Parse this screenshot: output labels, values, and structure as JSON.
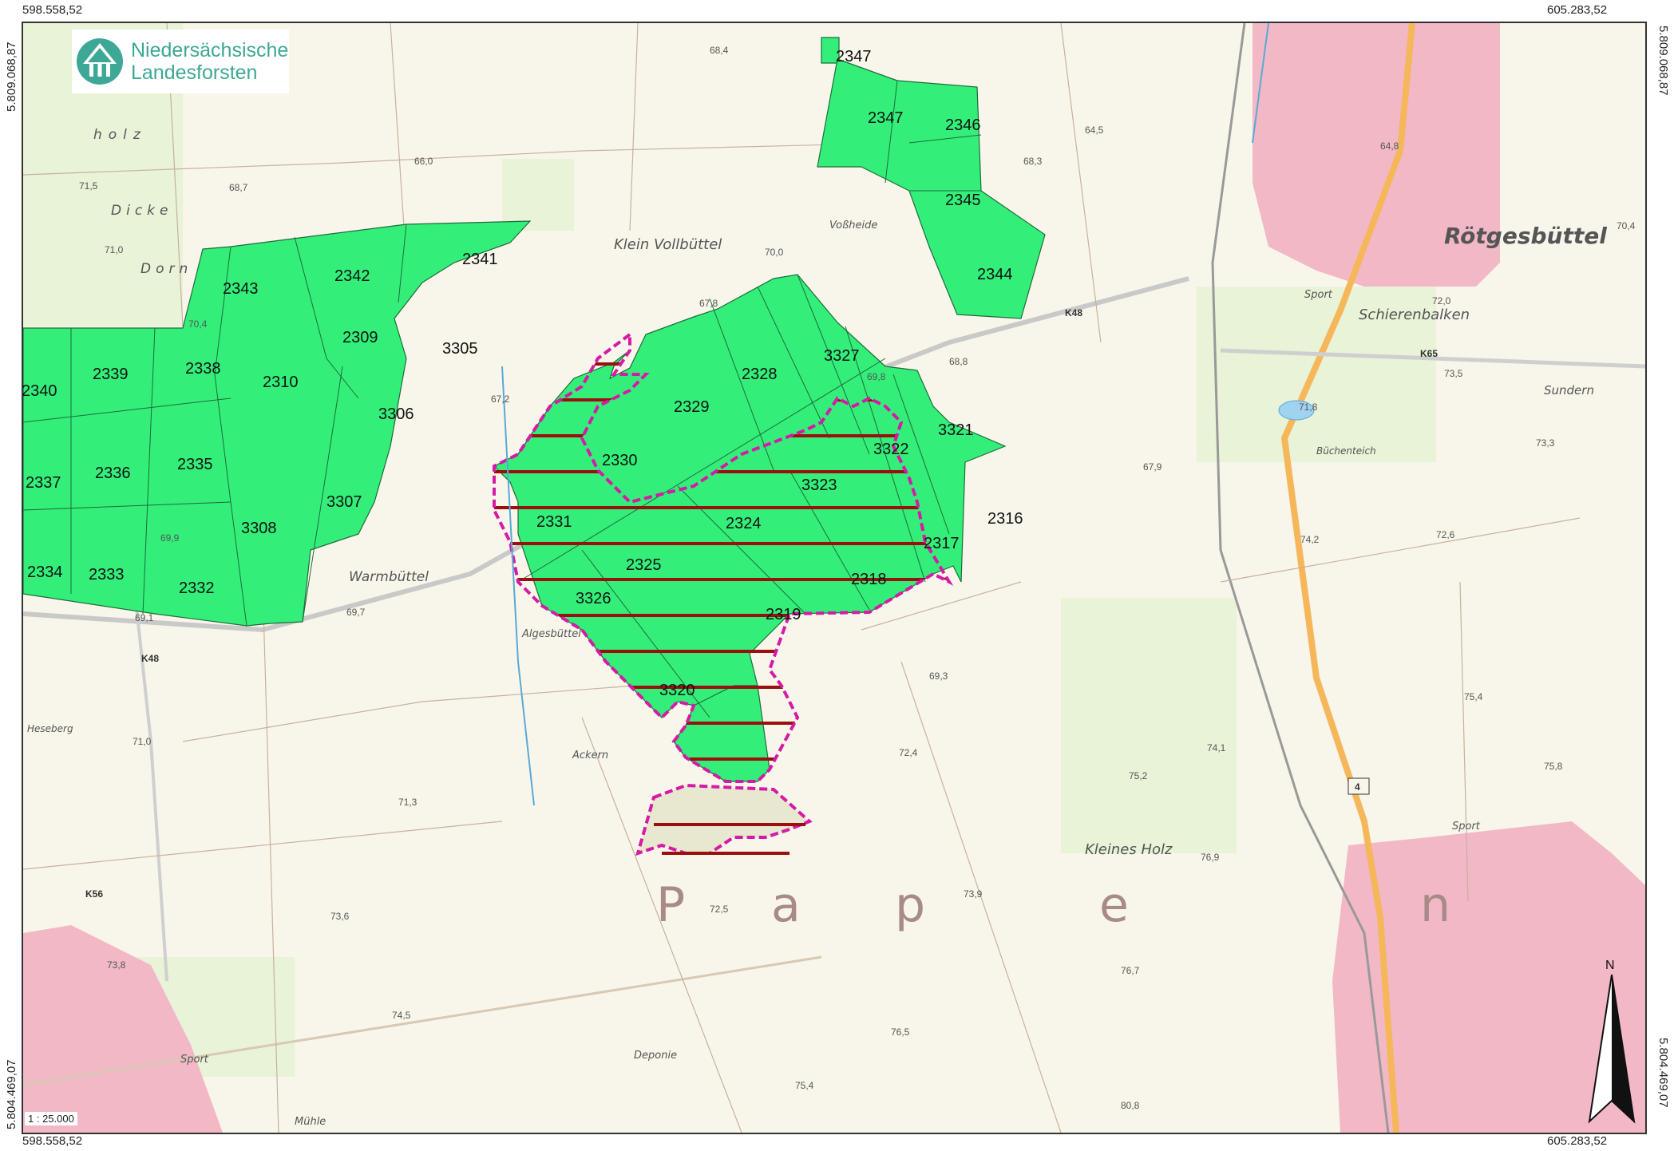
{
  "coords": {
    "top_left": "598.558,52",
    "top_right": "605.283,52",
    "bottom_left": "598.558,52",
    "bottom_right": "605.283,52",
    "left_top": "5.809.068,87",
    "left_bottom": "5.804.469,07",
    "right_top": "5.809.068,87",
    "right_bottom": "5.804.469,07"
  },
  "logo": {
    "line1": "Niedersächsische",
    "line2": "Landesforsten",
    "brand_color": "#3da895"
  },
  "scale": "1 : 25.000",
  "north_label": "N",
  "colors": {
    "forest": "#33ef7a",
    "hatch": "#9a0f0f",
    "boundary": "#d61aa8",
    "settlement": "#f2b8c6",
    "road_main": "#f5b75a"
  },
  "parcels": [
    "2347",
    "2347",
    "2346",
    "2345",
    "2344",
    "2341",
    "2342",
    "2343",
    "2309",
    "3305",
    "2310",
    "3306",
    "2339",
    "2338",
    "2340",
    "2336",
    "2335",
    "2337",
    "3307",
    "3308",
    "2334",
    "2333",
    "2332",
    "2328",
    "3327",
    "2329",
    "2330",
    "3322",
    "3321",
    "3323",
    "2331",
    "2324",
    "2316",
    "2317",
    "2325",
    "2318",
    "3326",
    "2319",
    "3320"
  ],
  "places": [
    "Klein Vollbüttel",
    "Voßheide",
    "Rötgesbüttel",
    "Schierenbalken",
    "Sundern",
    "Büchenteich",
    "Warmbüttel",
    "Algesbüttel",
    "Heseberg",
    "Ackern",
    "Kleines Holz",
    "Sport",
    "Sport",
    "Sport",
    "Deponie",
    "Mühle",
    "Dicke",
    "Dorn",
    "holz"
  ],
  "roads": [
    "K48",
    "K48",
    "K65",
    "K56",
    "4"
  ],
  "big_letters": [
    "P",
    "a",
    "p",
    "e",
    "n"
  ],
  "elevations": [
    "68,4",
    "66,0",
    "68,7",
    "71,5",
    "71,0",
    "70,4",
    "67,2",
    "64,5",
    "68,3",
    "70,0",
    "67,8",
    "68,8",
    "69,8",
    "67,9",
    "64,8",
    "72,0",
    "70,4",
    "73,5",
    "71,8",
    "73,3",
    "72,6",
    "74,2",
    "75,4",
    "75,8",
    "74,1",
    "75,2",
    "76,9",
    "69,3",
    "72,4",
    "71,3",
    "71,0",
    "69,7",
    "69,1",
    "69,9",
    "73,8",
    "73,6",
    "74,5",
    "72,5",
    "73,9",
    "76,7",
    "76,5",
    "75,4",
    "80,8"
  ]
}
